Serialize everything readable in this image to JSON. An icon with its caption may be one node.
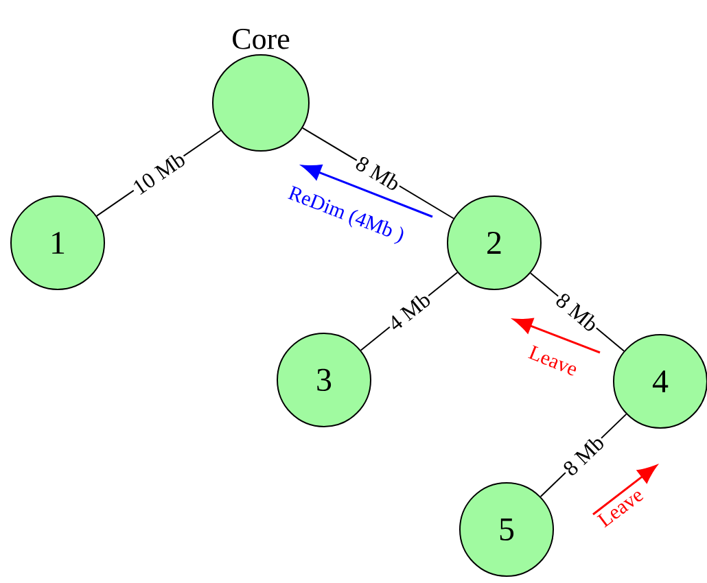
{
  "diagram": {
    "nodes": [
      {
        "text": [
          "Core"
        ]
      },
      {
        "text": [
          "1"
        ]
      },
      {
        "text": [
          "2"
        ]
      },
      {
        "text": [
          "3"
        ]
      },
      {
        "text": [
          "4"
        ]
      },
      {
        "text": [
          "5"
        ]
      }
    ],
    "edges": [
      {
        "from": 0,
        "to": 1,
        "arrow": "none",
        "label": "10 Mb"
      },
      {
        "from": 0,
        "to": 2,
        "arrow": "none",
        "label": "8 Mb"
      },
      {
        "from": 2,
        "to": 3,
        "arrow": "none",
        "label": "4 Mb"
      },
      {
        "from": 2,
        "to": 4,
        "arrow": "none",
        "label": "8 Mb"
      },
      {
        "from": 4,
        "to": 5,
        "arrow": "none",
        "label": "8 Mb"
      }
    ],
    "labels": [
      "ReDim (4Mb )",
      "Leave",
      "Leave"
    ]
  }
}
